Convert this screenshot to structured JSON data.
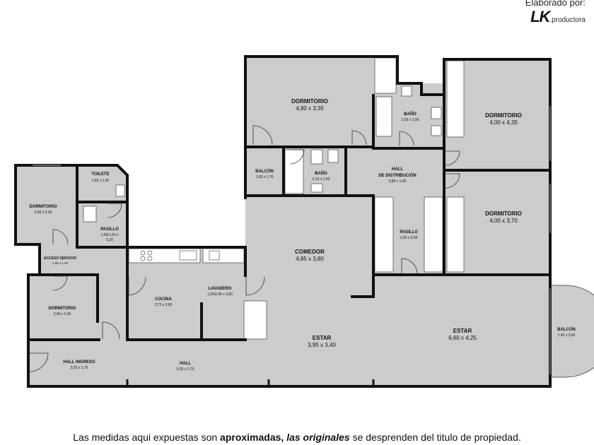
{
  "brand": {
    "credit": "Elaborado por:",
    "logo": "LK",
    "suffix": ".productora"
  },
  "disclaimer": {
    "part1": "Las medidas aqui expuestas son ",
    "bold": "aproximadas,",
    "italic": " las originales",
    "part2": " se desprenden del titulo de propiedad."
  },
  "rooms": {
    "dorm_top": {
      "name": "DORMITORIO",
      "dims": "4,80 x 3,35"
    },
    "bano_top": {
      "name": "BAÑO",
      "dims": "2,55 x 1,90"
    },
    "dorm_right_top": {
      "name": "DORMITORIO",
      "dims": "4,00 x 4,35"
    },
    "balcon_small": {
      "name": "BALCÓN",
      "dims": "1,50 x 1,70"
    },
    "bano_mid": {
      "name": "BAÑO",
      "dims": "2,10 x 1,60"
    },
    "hall_dist": {
      "name1": "HALL",
      "name2": "DE DISTRIBUCIÓN",
      "dims": "3,85 x 1,60"
    },
    "toilete": {
      "name": "TOILETE",
      "dims": "1,60 x 1,40"
    },
    "dorm_left": {
      "name": "DORMITORIO",
      "dims": "2,95 x 2,30"
    },
    "pasillo_left": {
      "name": "PASILLO",
      "dims1": "1,65/1,00 x",
      "dims2": "5,20"
    },
    "dorm_right_mid": {
      "name": "DORMITORIO",
      "dims": "4,00 x 3,70"
    },
    "pasillo_mid": {
      "name": "PASILLO",
      "dims": "1,00 x 3,00"
    },
    "acceso": {
      "name": "ACCESO SERVICIO",
      "dims": "1,55 x 1,00"
    },
    "comedor": {
      "name": "COMEDOR",
      "dims": "4,85 x 3,80"
    },
    "lavadero": {
      "name": "LAVADERO",
      "dims": "1,55/2,45 x 3,50"
    },
    "cocina": {
      "name": "COCINA",
      "dims": "2,75 x 3,50"
    },
    "dorm_small": {
      "name": "DORMITORIO",
      "dims": "2,45 x 2,45"
    },
    "estar_mid": {
      "name": "ESTAR",
      "dims": "3,95 x 3,40"
    },
    "estar_right": {
      "name": "ESTAR",
      "dims": "6,60 x 4,25"
    },
    "balcon_right": {
      "name": "BALCÓN",
      "dims": "1,40 x 3,60"
    },
    "hall_ingreso": {
      "name": "HALL INGRESO",
      "dims": "3,55 x 1,75"
    },
    "hall": {
      "name": "HALL",
      "dims": "5,30 x 1,75"
    }
  }
}
